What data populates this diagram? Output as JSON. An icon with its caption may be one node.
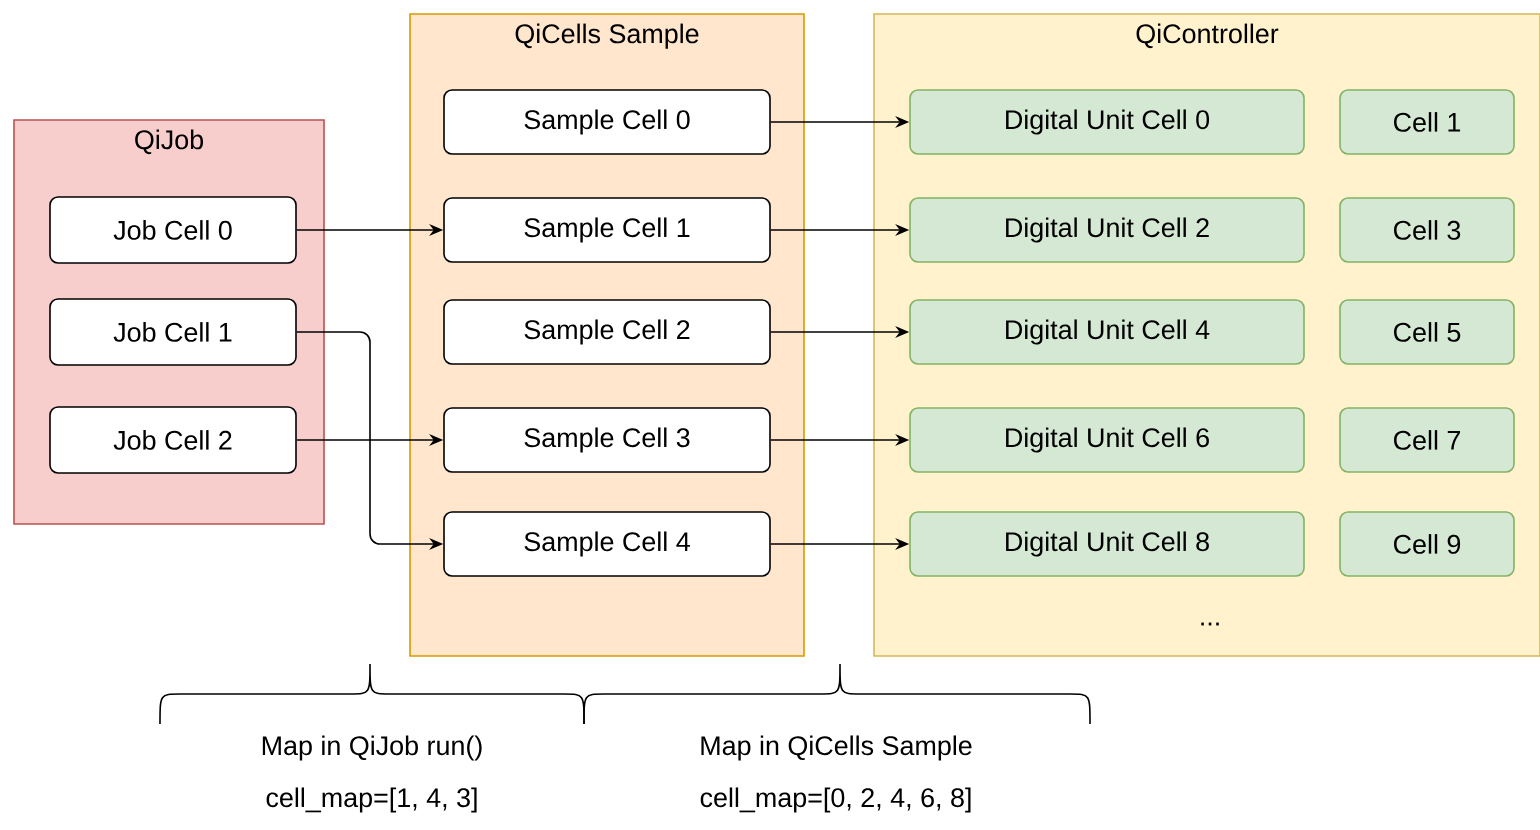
{
  "diagram": {
    "nodes": [
      {
        "text": [
          "QiJob"
        ]
      },
      {
        "text": [
          "Job Cell 0"
        ],
        "in": 0
      },
      {
        "text": [
          "Job Cell 1"
        ],
        "in": 0
      },
      {
        "text": [
          "Job Cell 2"
        ],
        "in": 0
      },
      {
        "text": [
          "QiCells Sample"
        ]
      },
      {
        "text": [
          "Sample Cell 0"
        ],
        "in": 4
      },
      {
        "text": [
          "Sample Cell 1"
        ],
        "in": 4
      },
      {
        "text": [
          "Sample Cell 2"
        ],
        "in": 4
      },
      {
        "text": [
          "Sample Cell 3"
        ],
        "in": 4
      },
      {
        "text": [
          "Sample Cell 4"
        ],
        "in": 4
      },
      {
        "text": [
          "QiController"
        ]
      },
      {
        "text": [
          "Digital Unit Cell 0"
        ],
        "in": 10
      },
      {
        "text": [
          "Cell 1"
        ],
        "in": 10
      },
      {
        "text": [
          "Digital Unit Cell 2"
        ],
        "in": 10
      },
      {
        "text": [
          "Cell 3"
        ],
        "in": 10
      },
      {
        "text": [
          "Digital Unit Cell 4"
        ],
        "in": 10
      },
      {
        "text": [
          "Cell 5"
        ],
        "in": 10
      },
      {
        "text": [
          "Digital Unit Cell 6"
        ],
        "in": 10
      },
      {
        "text": [
          "Cell 7"
        ],
        "in": 10
      },
      {
        "text": [
          "Digital Unit Cell 8"
        ],
        "in": 10
      },
      {
        "text": [
          "Cell 9"
        ],
        "in": 10
      }
    ],
    "edges": [
      {
        "from": 1,
        "to": 6,
        "arrow": "to"
      },
      {
        "from": 2,
        "to": 9,
        "arrow": "to"
      },
      {
        "from": 3,
        "to": 8,
        "arrow": "to"
      },
      {
        "from": 5,
        "to": 11,
        "arrow": "to"
      },
      {
        "from": 6,
        "to": 13,
        "arrow": "to"
      },
      {
        "from": 7,
        "to": 15,
        "arrow": "to"
      },
      {
        "from": 8,
        "to": 17,
        "arrow": "to"
      },
      {
        "from": 9,
        "to": 19,
        "arrow": "to"
      }
    ],
    "labels": [
      "...",
      "Map in QiJob run()",
      "cell_map=[1, 4, 3]",
      "Map in QiCells Sample",
      "cell_map=[0, 2, 4, 6, 8]"
    ]
  }
}
